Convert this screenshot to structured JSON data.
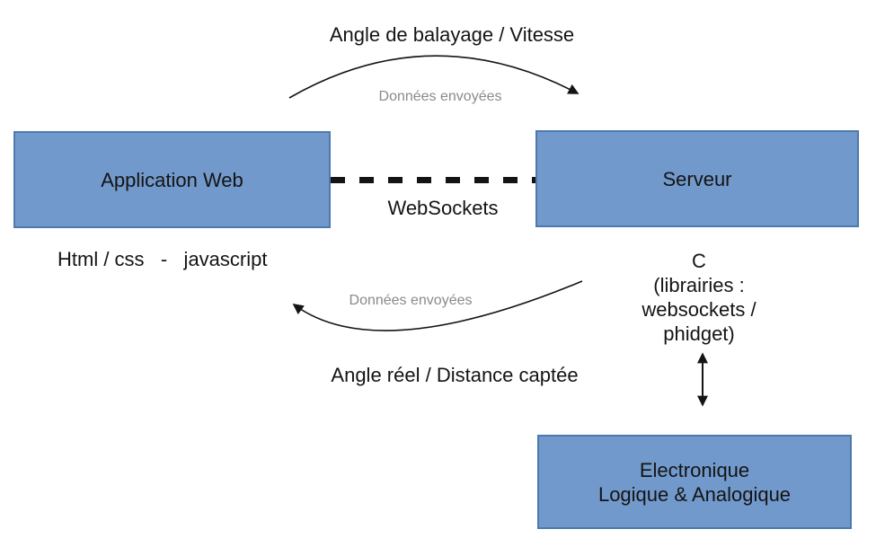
{
  "diagram": {
    "colors": {
      "node_fill": "#7299cb",
      "node_border": "#4d7aae",
      "text": "#141414",
      "muted_text": "#8a8a8a",
      "arrow": "#141414"
    },
    "labels": {
      "top_flow": "Angle de balayage / Vitesse",
      "data_sent_top": "Données envoyées",
      "websockets": "WebSockets",
      "web_stack": "Html / css   -   javascript",
      "data_sent_bottom": "Données envoyées",
      "bottom_flow": "Angle réel / Distance captée"
    },
    "nodes": {
      "application_web": {
        "label": "Application Web"
      },
      "serveur": {
        "label": "Serveur"
      },
      "serveur_stack": {
        "line1": "C",
        "line2": "(librairies : websockets /",
        "line3": "phidget)"
      },
      "electronique": {
        "line1": "Electronique",
        "line2": "Logique & Analogique"
      }
    }
  }
}
